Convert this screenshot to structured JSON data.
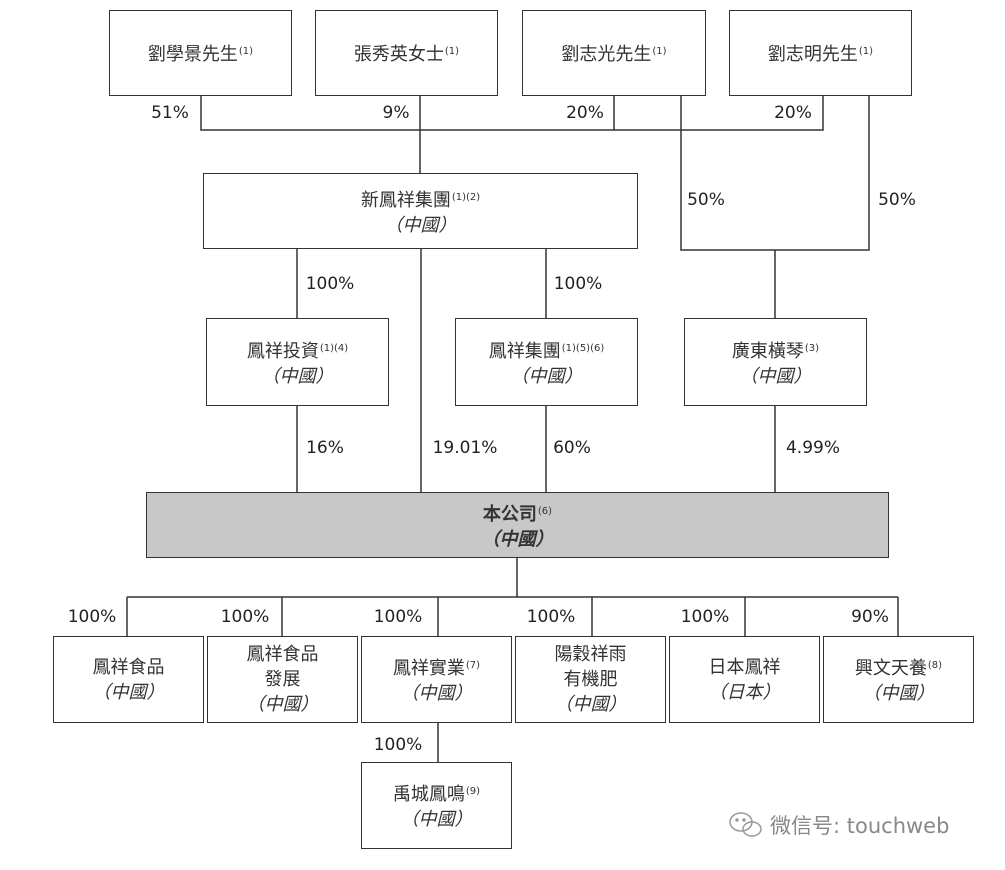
{
  "shareholders": [
    {
      "name": "劉學景先生",
      "note": "(1)",
      "pct": "51%"
    },
    {
      "name": "張秀英女士",
      "note": "(1)",
      "pct": "9%"
    },
    {
      "name": "劉志光先生",
      "note": "(1)",
      "pct": "20%",
      "pct2": "50%"
    },
    {
      "name": "劉志明先生",
      "note": "(1)",
      "pct": "20%",
      "pct2": "50%"
    }
  ],
  "group": {
    "name": "新鳳祥集團",
    "note": "(1)(2)",
    "loc": "（中國）"
  },
  "middle": [
    {
      "name": "鳳祥投資",
      "note": "(1)(4)",
      "loc": "（中國）",
      "pct_in": "100%",
      "pct_out": "16%"
    },
    {
      "name": "鳳祥集團",
      "note": "(1)(5)(6)",
      "loc": "（中國）",
      "pct_in": "100%",
      "pct_out": "60%"
    },
    {
      "name": "廣東橫琴",
      "note": "(3)",
      "loc": "（中國）",
      "pct_out": "4.99%"
    }
  ],
  "direct_pct": "19.01%",
  "company": {
    "name": "本公司",
    "note": "(6)",
    "loc": "（中國）"
  },
  "subsidiaries": [
    {
      "line1": "鳳祥食品",
      "line2": "",
      "note": "",
      "loc": "（中國）",
      "pct": "100%"
    },
    {
      "line1": "鳳祥食品",
      "line2": "發展",
      "note": "",
      "loc": "（中國）",
      "pct": "100%"
    },
    {
      "line1": "鳳祥實業",
      "line2": "",
      "note": "(7)",
      "loc": "（中國）",
      "pct": "100%"
    },
    {
      "line1": "陽穀祥雨",
      "line2": "有機肥",
      "note": "",
      "loc": "（中國）",
      "pct": "100%"
    },
    {
      "line1": "日本鳳祥",
      "line2": "",
      "note": "",
      "loc": "（日本）",
      "pct": "100%"
    },
    {
      "line1": "興文天養",
      "line2": "",
      "note": "(8)",
      "loc": "（中國）",
      "pct": "90%"
    }
  ],
  "sub_sub": {
    "name": "禹城鳳鳴",
    "note": "(9)",
    "loc": "（中國）",
    "pct": "100%"
  },
  "watermark": "微信号: touchweb",
  "colors": {
    "line": "#333333",
    "company_fill": "#c8c8c8"
  }
}
